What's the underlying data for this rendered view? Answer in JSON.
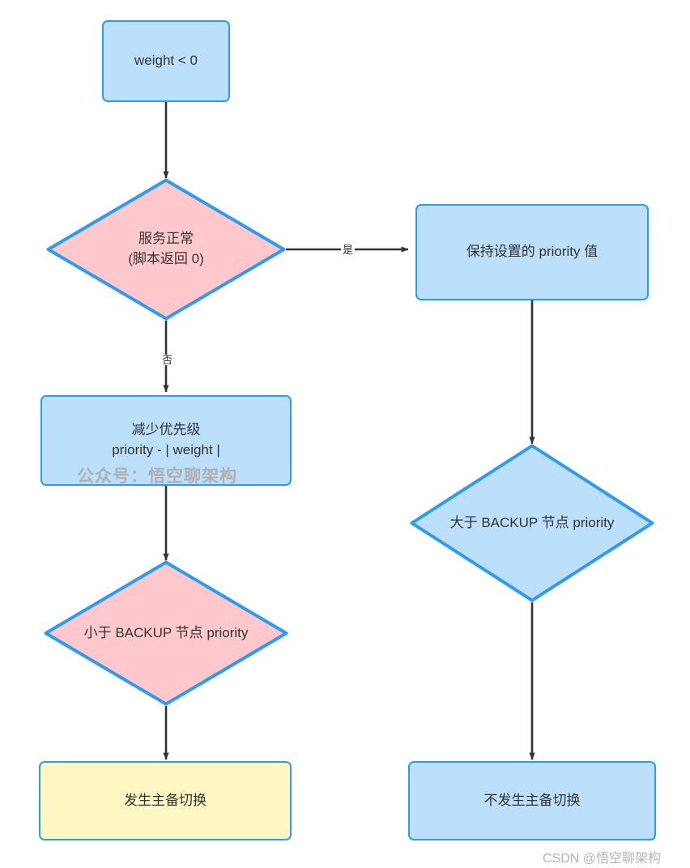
{
  "diagram": {
    "type": "flowchart",
    "title_text": "",
    "colors": {
      "node_fill_blue": "#bcdffb",
      "node_fill_pink": "#ffc8cd",
      "node_fill_yellow": "#fdf7c3",
      "node_stroke": "#2e9bf0",
      "edge_stroke": "#333333",
      "text": "#333333",
      "watermark": "#b0b0b0",
      "background": "#ffffff"
    },
    "nodes": [
      {
        "id": "start",
        "shape": "rect",
        "fill": "blue",
        "label": "weight < 0"
      },
      {
        "id": "svc_ok",
        "shape": "diamond",
        "fill": "pink",
        "label": "服务正常\n(脚本返回 0)"
      },
      {
        "id": "keep_prio",
        "shape": "rect",
        "fill": "blue",
        "label": "保持设置的 priority 值"
      },
      {
        "id": "reduce_prio",
        "shape": "rect",
        "fill": "blue",
        "label": "减少优先级\npriority - | weight |"
      },
      {
        "id": "gt_backup",
        "shape": "diamond",
        "fill": "blue",
        "label": "大于 BACKUP 节点 priority"
      },
      {
        "id": "lt_backup",
        "shape": "diamond",
        "fill": "pink",
        "label": "小于 BACKUP 节点 priority"
      },
      {
        "id": "failover",
        "shape": "rect",
        "fill": "yellow",
        "label": "发生主备切换"
      },
      {
        "id": "no_failover",
        "shape": "rect",
        "fill": "blue",
        "label": "不发生主备切换"
      }
    ],
    "edges": [
      {
        "from": "start",
        "to": "svc_ok",
        "label": ""
      },
      {
        "from": "svc_ok",
        "to": "keep_prio",
        "label": "是"
      },
      {
        "from": "svc_ok",
        "to": "reduce_prio",
        "label": "否"
      },
      {
        "from": "keep_prio",
        "to": "gt_backup",
        "label": ""
      },
      {
        "from": "reduce_prio",
        "to": "lt_backup",
        "label": ""
      },
      {
        "from": "lt_backup",
        "to": "failover",
        "label": ""
      },
      {
        "from": "gt_backup",
        "to": "no_failover",
        "label": ""
      }
    ],
    "edge_labels": {
      "yes": "是",
      "no": "否"
    },
    "watermarks": {
      "inner": "公众号：悟空聊架构",
      "corner": "CSDN @悟空聊架构"
    }
  }
}
